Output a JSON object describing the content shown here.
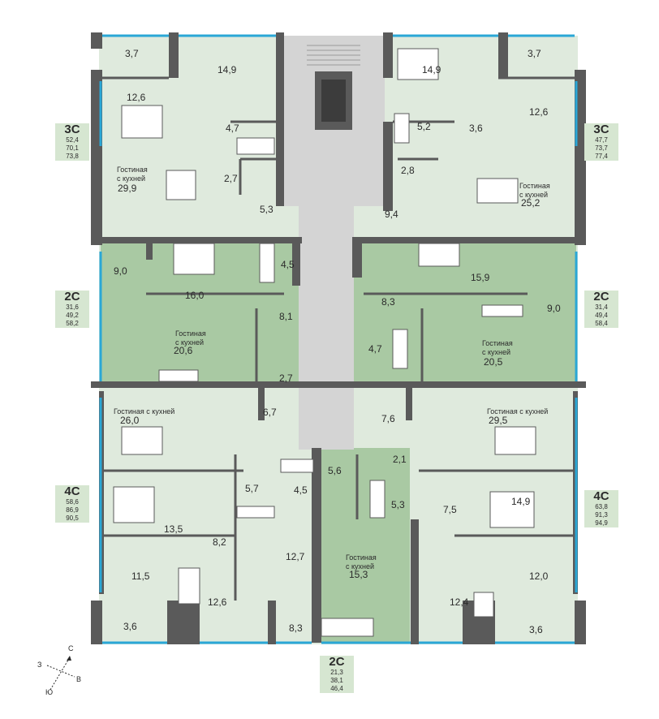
{
  "colors": {
    "green_light": "#dfeadd",
    "green_dark": "#a9c9a3",
    "wall": "#5a5a5a",
    "stair": "#d4d4d4",
    "window": "#2aa7d6",
    "badge_bg": "#d6e6d1"
  },
  "rooms": [
    {
      "id": "r1",
      "label": "3,7"
    },
    {
      "id": "r2",
      "label": "14,9"
    },
    {
      "id": "r3",
      "label": "12,6"
    },
    {
      "id": "r4",
      "label": "4,7"
    },
    {
      "id": "r5",
      "label": "2,7"
    },
    {
      "id": "r6",
      "label": "5,3"
    },
    {
      "id": "r7",
      "label": "29,9"
    },
    {
      "id": "r8",
      "label": "14,9"
    },
    {
      "id": "r9",
      "label": "3,7"
    },
    {
      "id": "r10",
      "label": "5,2"
    },
    {
      "id": "r11",
      "label": "3,6"
    },
    {
      "id": "r12",
      "label": "12,6"
    },
    {
      "id": "r13",
      "label": "2,8"
    },
    {
      "id": "r14",
      "label": "9,4"
    },
    {
      "id": "r15",
      "label": "25,2"
    },
    {
      "id": "r16",
      "label": "9,0"
    },
    {
      "id": "r17",
      "label": "16,0"
    },
    {
      "id": "r18",
      "label": "4,5"
    },
    {
      "id": "r19",
      "label": "8,1"
    },
    {
      "id": "r20",
      "label": "20,6"
    },
    {
      "id": "r21",
      "label": "2,7"
    },
    {
      "id": "r22",
      "label": "15,9"
    },
    {
      "id": "r23",
      "label": "8,3"
    },
    {
      "id": "r24",
      "label": "9,0"
    },
    {
      "id": "r25",
      "label": "4,7"
    },
    {
      "id": "r26",
      "label": "20,5"
    },
    {
      "id": "r27",
      "label": "26,0"
    },
    {
      "id": "r28",
      "label": "6,7"
    },
    {
      "id": "r29",
      "label": "5,7"
    },
    {
      "id": "r30",
      "label": "4,5"
    },
    {
      "id": "r31",
      "label": "5,6"
    },
    {
      "id": "r32",
      "label": "13,5"
    },
    {
      "id": "r33",
      "label": "8,2"
    },
    {
      "id": "r34",
      "label": "12,7"
    },
    {
      "id": "r35",
      "label": "11,5"
    },
    {
      "id": "r36",
      "label": "12,6"
    },
    {
      "id": "r37",
      "label": "3,6"
    },
    {
      "id": "r38",
      "label": "8,3"
    },
    {
      "id": "r39",
      "label": "15,3"
    },
    {
      "id": "r40",
      "label": "7,6"
    },
    {
      "id": "r41",
      "label": "29,5"
    },
    {
      "id": "r42",
      "label": "2,1"
    },
    {
      "id": "r43",
      "label": "5,3"
    },
    {
      "id": "r44",
      "label": "7,5"
    },
    {
      "id": "r45",
      "label": "14,9"
    },
    {
      "id": "r46",
      "label": "12,0"
    },
    {
      "id": "r47",
      "label": "12,4"
    },
    {
      "id": "r48",
      "label": "3,6"
    }
  ],
  "room_texts": {
    "living_kitchen": "Гостиная с кухней",
    "living": "Гостиная",
    "with_kitchen": "с кухней"
  },
  "badges": [
    {
      "id": "b1",
      "type": "3С",
      "areas": [
        "52,4",
        "70,1",
        "73,8"
      ]
    },
    {
      "id": "b2",
      "type": "3С",
      "areas": [
        "47,7",
        "73,7",
        "77,4"
      ]
    },
    {
      "id": "b3",
      "type": "2С",
      "areas": [
        "31,6",
        "49,2",
        "58,2"
      ]
    },
    {
      "id": "b4",
      "type": "2С",
      "areas": [
        "31,4",
        "49,4",
        "58,4"
      ]
    },
    {
      "id": "b5",
      "type": "4С",
      "areas": [
        "58,6",
        "86,9",
        "90,5"
      ]
    },
    {
      "id": "b6",
      "type": "4С",
      "areas": [
        "63,8",
        "91,3",
        "94,9"
      ]
    },
    {
      "id": "b7",
      "type": "2С",
      "areas": [
        "21,3",
        "38,1",
        "46,4"
      ]
    }
  ],
  "compass": {
    "north": "С",
    "south": "Ю",
    "west": "З",
    "east": "В"
  }
}
